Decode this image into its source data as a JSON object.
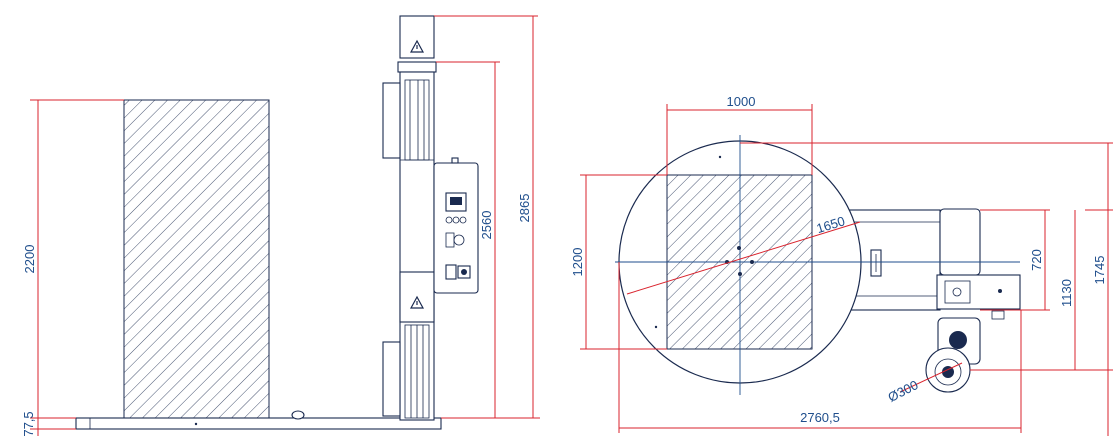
{
  "dimensions": {
    "side_view": {
      "load_height": "2200",
      "base_height": "77,5",
      "mast_height": "2560",
      "overall_height": "2865"
    },
    "top_view": {
      "load_width": "1000",
      "load_depth": "1200",
      "diagonal": "1650",
      "arm_width": "720",
      "depth_1130": "1130",
      "overall_depth": "1745",
      "wheel_diameter": "Ø300",
      "overall_length": "2760,5"
    }
  },
  "icons": {
    "warning_upper": "warning-triangle-icon",
    "warning_lower": "warning-triangle-icon"
  },
  "colors": {
    "dimension_line": "#d9232d",
    "dimension_text": "#1f4e8c",
    "machine_outline": "#1a2a4f"
  }
}
